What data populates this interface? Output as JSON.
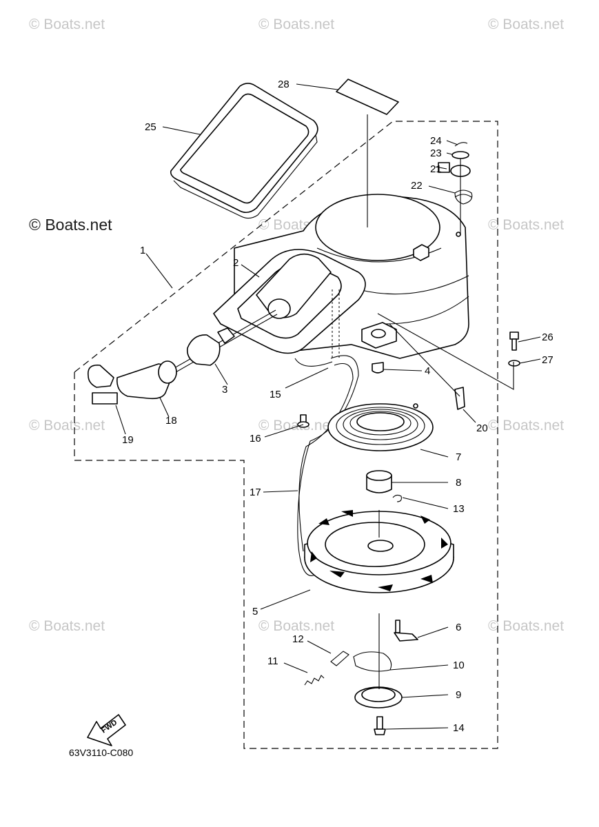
{
  "watermarks": {
    "row1": [
      "© Boats.net",
      "© Boats.net",
      "© Boats.net"
    ],
    "row2": [
      "© Boats.net",
      "© Boats.net",
      "© Boats.net"
    ],
    "row3": [
      "© Boats.net",
      "© Boats.net",
      "© Boats.net"
    ],
    "row4": [
      "© Boats.net",
      "© Boats.net",
      "© Boats.net"
    ]
  },
  "copyright": "© Boats.net",
  "diagram_code": "63V3110-C080",
  "fwd_label": "FWD",
  "callouts": {
    "p1": "1",
    "p2": "2",
    "p3": "3",
    "p4": "4",
    "p5": "5",
    "p6": "6",
    "p7": "7",
    "p8": "8",
    "p9": "9",
    "p10": "10",
    "p11": "11",
    "p12": "12",
    "p13": "13",
    "p14": "14",
    "p15": "15",
    "p16": "16",
    "p17": "17",
    "p18": "18",
    "p19": "19",
    "p20": "20",
    "p21": "21",
    "p22": "22",
    "p23": "23",
    "p24": "24",
    "p25": "25",
    "p26": "26",
    "p27": "27",
    "p28": "28"
  }
}
